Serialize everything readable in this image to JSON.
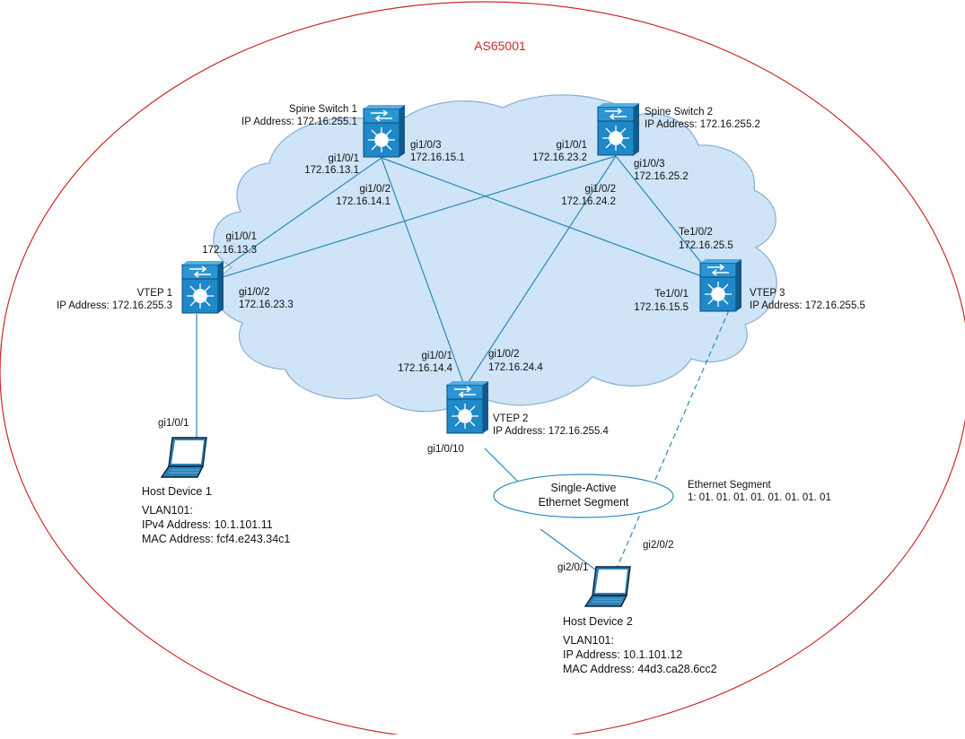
{
  "as_label": "AS65001",
  "colors": {
    "as_boundary": "#cc2a2a",
    "cloud_fill": "#cfe4f7",
    "cloud_stroke": "#8fb2d6",
    "switch_blue": "#1e88c8",
    "switch_dark": "#115a8c",
    "link": "#2a8ab8",
    "laptop": "#2b7fb8"
  },
  "devices": {
    "spine1": {
      "name": "Spine Switch 1",
      "ip": "IP Address: 172.16.255.1",
      "icon": "layer3-switch-icon"
    },
    "spine2": {
      "name": "Spine Switch 2",
      "ip": "IP Address: 172.16.255.2",
      "icon": "layer3-switch-icon"
    },
    "vtep1": {
      "name": "VTEP 1",
      "ip": "IP Address: 172.16.255.3",
      "icon": "layer3-switch-icon"
    },
    "vtep2": {
      "name": "VTEP 2",
      "ip": "IP Address: 172.16.255.4",
      "icon": "layer3-switch-icon"
    },
    "vtep3": {
      "name": "VTEP 3",
      "ip": "IP Address: 172.16.255.5",
      "icon": "layer3-switch-icon"
    }
  },
  "interfaces": {
    "s1_gi101": {
      "port": "gi1/0/1",
      "ip": "172.16.13.1"
    },
    "s1_gi102": {
      "port": "gi1/0/2",
      "ip": "172.16.14.1"
    },
    "s1_gi103": {
      "port": "gi1/0/3",
      "ip": "172.16.15.1"
    },
    "s2_gi101": {
      "port": "gi1/0/1",
      "ip": "172.16.23.2"
    },
    "s2_gi102": {
      "port": "gi1/0/2",
      "ip": "172.16.24.2"
    },
    "s2_gi103": {
      "port": "gi1/0/3",
      "ip": "172.16.25.2"
    },
    "v1_gi101": {
      "port": "gi1/0/1",
      "ip": "172.16.13.3"
    },
    "v1_gi102": {
      "port": "gi1/0/2",
      "ip": "172.16.23.3"
    },
    "v2_gi101": {
      "port": "gi1/0/1",
      "ip": "172.16.14.4"
    },
    "v2_gi102": {
      "port": "gi1/0/2",
      "ip": "172.16.24.4"
    },
    "v3_te102": {
      "port": "Te1/0/2",
      "ip": "172.16.25.5"
    },
    "v3_te101": {
      "port": "Te1/0/1",
      "ip": "172.16.15.5"
    }
  },
  "access_ports": {
    "v1_host": "gi1/0/1",
    "v2_host": "gi1/0/10",
    "h2_a": "gi2/0/1",
    "h2_b": "gi2/0/2"
  },
  "ethernet_segment": {
    "line1": "Single-Active",
    "line2": "Ethernet Segment",
    "title": "Ethernet Segment",
    "id": "1: 01. 01. 01. 01. 01. 01. 01. 01"
  },
  "hosts": {
    "host1": {
      "name": "Host Device 1",
      "vlan": "VLAN101:",
      "addr": "IPv4 Address: 10.1.101.11",
      "mac": "MAC Address: fcf4.e243.34c1",
      "icon": "laptop-icon"
    },
    "host2": {
      "name": "Host Device 2",
      "vlan": "VLAN101:",
      "addr": "IP Address: 10.1.101.12",
      "mac": "MAC Address: 44d3.ca28.6cc2",
      "icon": "laptop-icon"
    }
  }
}
